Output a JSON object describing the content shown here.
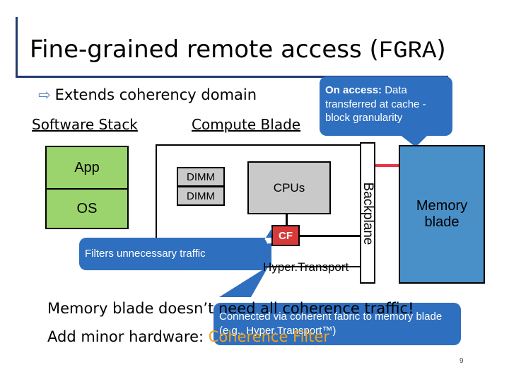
{
  "title": {
    "prefix": "Fine-grained remote access (",
    "code": "FGRA",
    "suffix": ")"
  },
  "bullet": "Extends coherency domain",
  "labels": {
    "software_stack": "Software Stack",
    "compute_blade": "Compute Blade"
  },
  "software_stack": {
    "app": "App",
    "os": "OS"
  },
  "compute_blade": {
    "dimm1": "DIMM",
    "dimm2": "DIMM",
    "cpus": "CPUs",
    "cf": "CF",
    "filters_note": "Filters unnecessary traffic"
  },
  "backplane": "Backplane",
  "memory_blade": "Memory blade",
  "hypertransport": "Hyper.Transport",
  "callout_access": {
    "bold": "On access:",
    "rest": " Data transferred at cache -block granularity"
  },
  "callout_fabric": "Connected via coherent fabric to memory blade (e.g., Hyper.Transport™)",
  "footer": {
    "line1": "Memory blade doesn’t need all coherence traffic!",
    "line2_prefix": "Add minor hardware: ",
    "line2_highlight": "Coherence Filter"
  },
  "page_number": "9",
  "colors": {
    "accent": "#2f6fbf",
    "stack": "#9bd36c",
    "memory": "#4a90c8",
    "cf": "#d83a3a",
    "filter_text": "#f3a21b",
    "link": "#e8334a"
  }
}
